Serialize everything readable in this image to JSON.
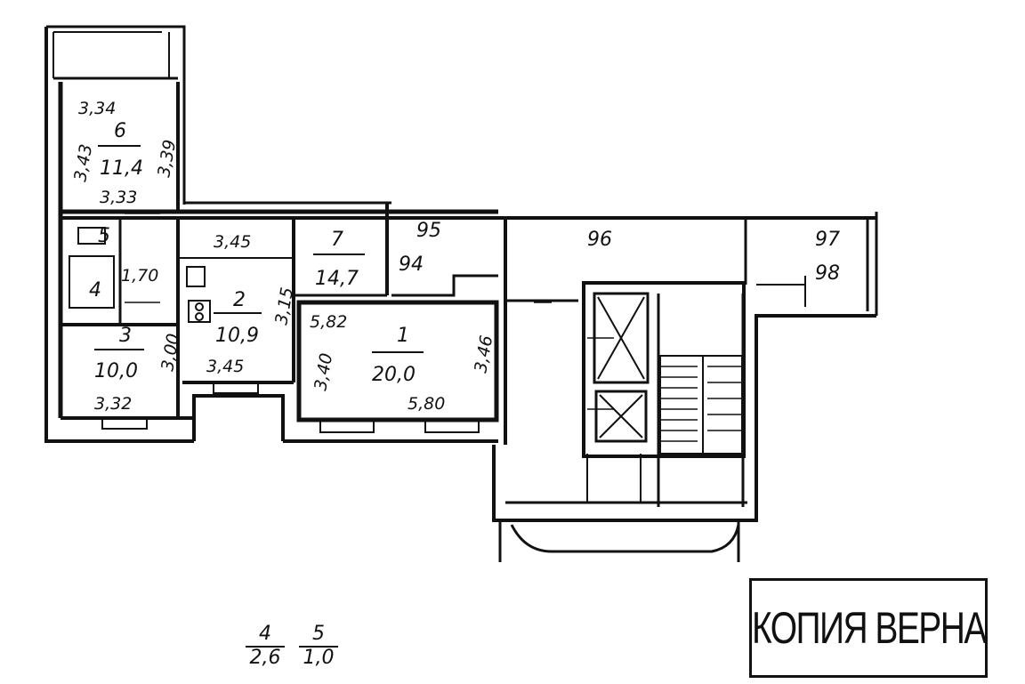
{
  "rooms": [
    {
      "id": "6",
      "number": "6",
      "area": "11,4",
      "dims": [
        "3,34",
        "3,43",
        "3,39",
        "3,33"
      ]
    },
    {
      "id": "7",
      "number": "7",
      "area": "14,7",
      "dims": [
        "5,82"
      ]
    },
    {
      "id": "2",
      "number": "2",
      "area": "10,9",
      "dims": [
        "3,45",
        "3,15",
        "3,45"
      ]
    },
    {
      "id": "3",
      "number": "3",
      "area": "10,0",
      "dims": [
        "3,00",
        "3,32"
      ]
    },
    {
      "id": "1",
      "number": "1",
      "area": "20,0",
      "dims": [
        "3,40",
        "3,46",
        "5,80"
      ]
    },
    {
      "id": "4",
      "number": "4",
      "area": "1,70"
    },
    {
      "id": "5",
      "number": "5"
    }
  ],
  "neighbors": [
    "95",
    "94",
    "96",
    "97",
    "98"
  ],
  "legend": [
    {
      "number": "4",
      "area": "2,6"
    },
    {
      "number": "5",
      "area": "1,0"
    }
  ],
  "stamp": "КОПИЯ ВЕРНА"
}
